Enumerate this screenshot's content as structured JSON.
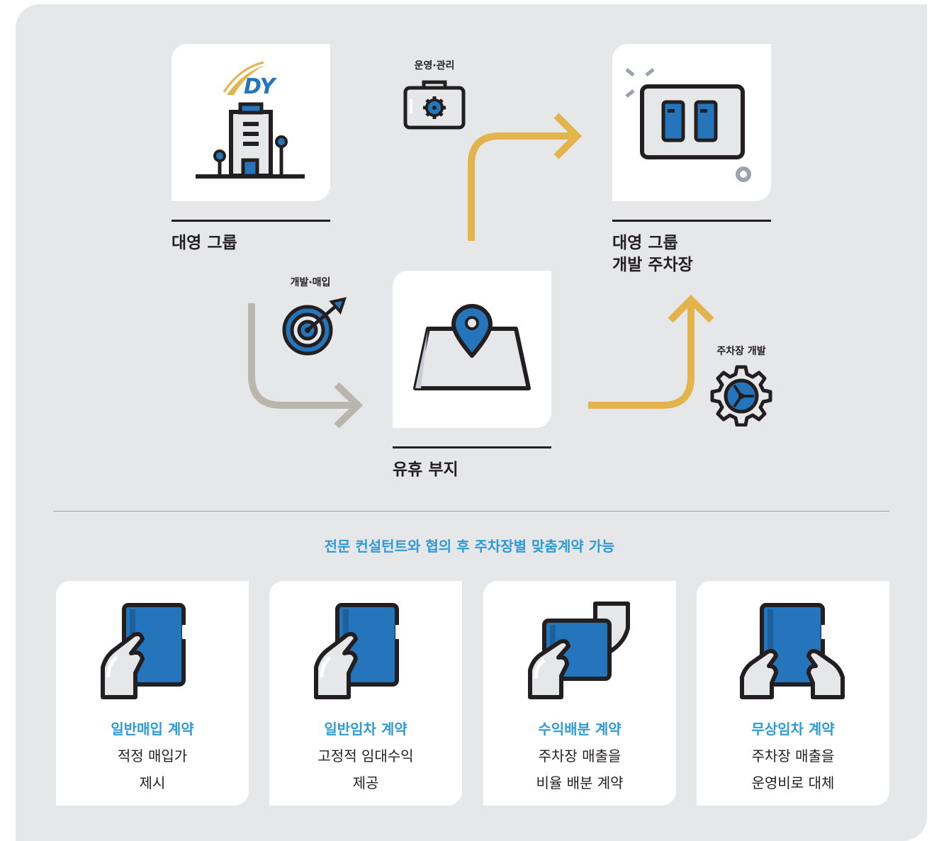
{
  "nodes": {
    "daeyoung_group": {
      "title": "대영 그룹",
      "logo_text": "DY"
    },
    "daeyoung_parking": {
      "title": "대영 그룹\n개발 주차장"
    },
    "idle_land": {
      "title": "유휴 부지"
    }
  },
  "steps": {
    "operation": {
      "label": "운영·관리",
      "icon": "toolbox-gear-icon"
    },
    "development_purchase": {
      "label": "개발·매입",
      "icon": "target-arrow-icon"
    },
    "parking_development": {
      "label": "주차장 개발",
      "icon": "gear-icon"
    }
  },
  "headline": "전문 컨설턴트와 협의 후 주차장별 맞춤계약 가능",
  "contracts": [
    {
      "title": "일반매입 계약",
      "desc": "적정 매입가\n제시",
      "icon": "hand-holding-document-icon"
    },
    {
      "title": "일반임차 계약",
      "desc": "고정적 임대수익\n제공",
      "icon": "hand-holding-document-icon"
    },
    {
      "title": "수익배분 계약",
      "desc": "주차장 매출을\n비율 배분 계약",
      "icon": "hands-exchanging-document-icon"
    },
    {
      "title": "무상임차 계약",
      "desc": "주차장 매출을\n운영비로 대체",
      "icon": "two-hands-holding-document-icon"
    }
  ],
  "colors": {
    "panel": "#e6e7e8",
    "accent_blue": "#2e9bd6",
    "icon_blue": "#2475bb",
    "arrow_gold": "#e2b44b",
    "arrow_gray": "#b9b6ae",
    "outline": "#231f20"
  }
}
